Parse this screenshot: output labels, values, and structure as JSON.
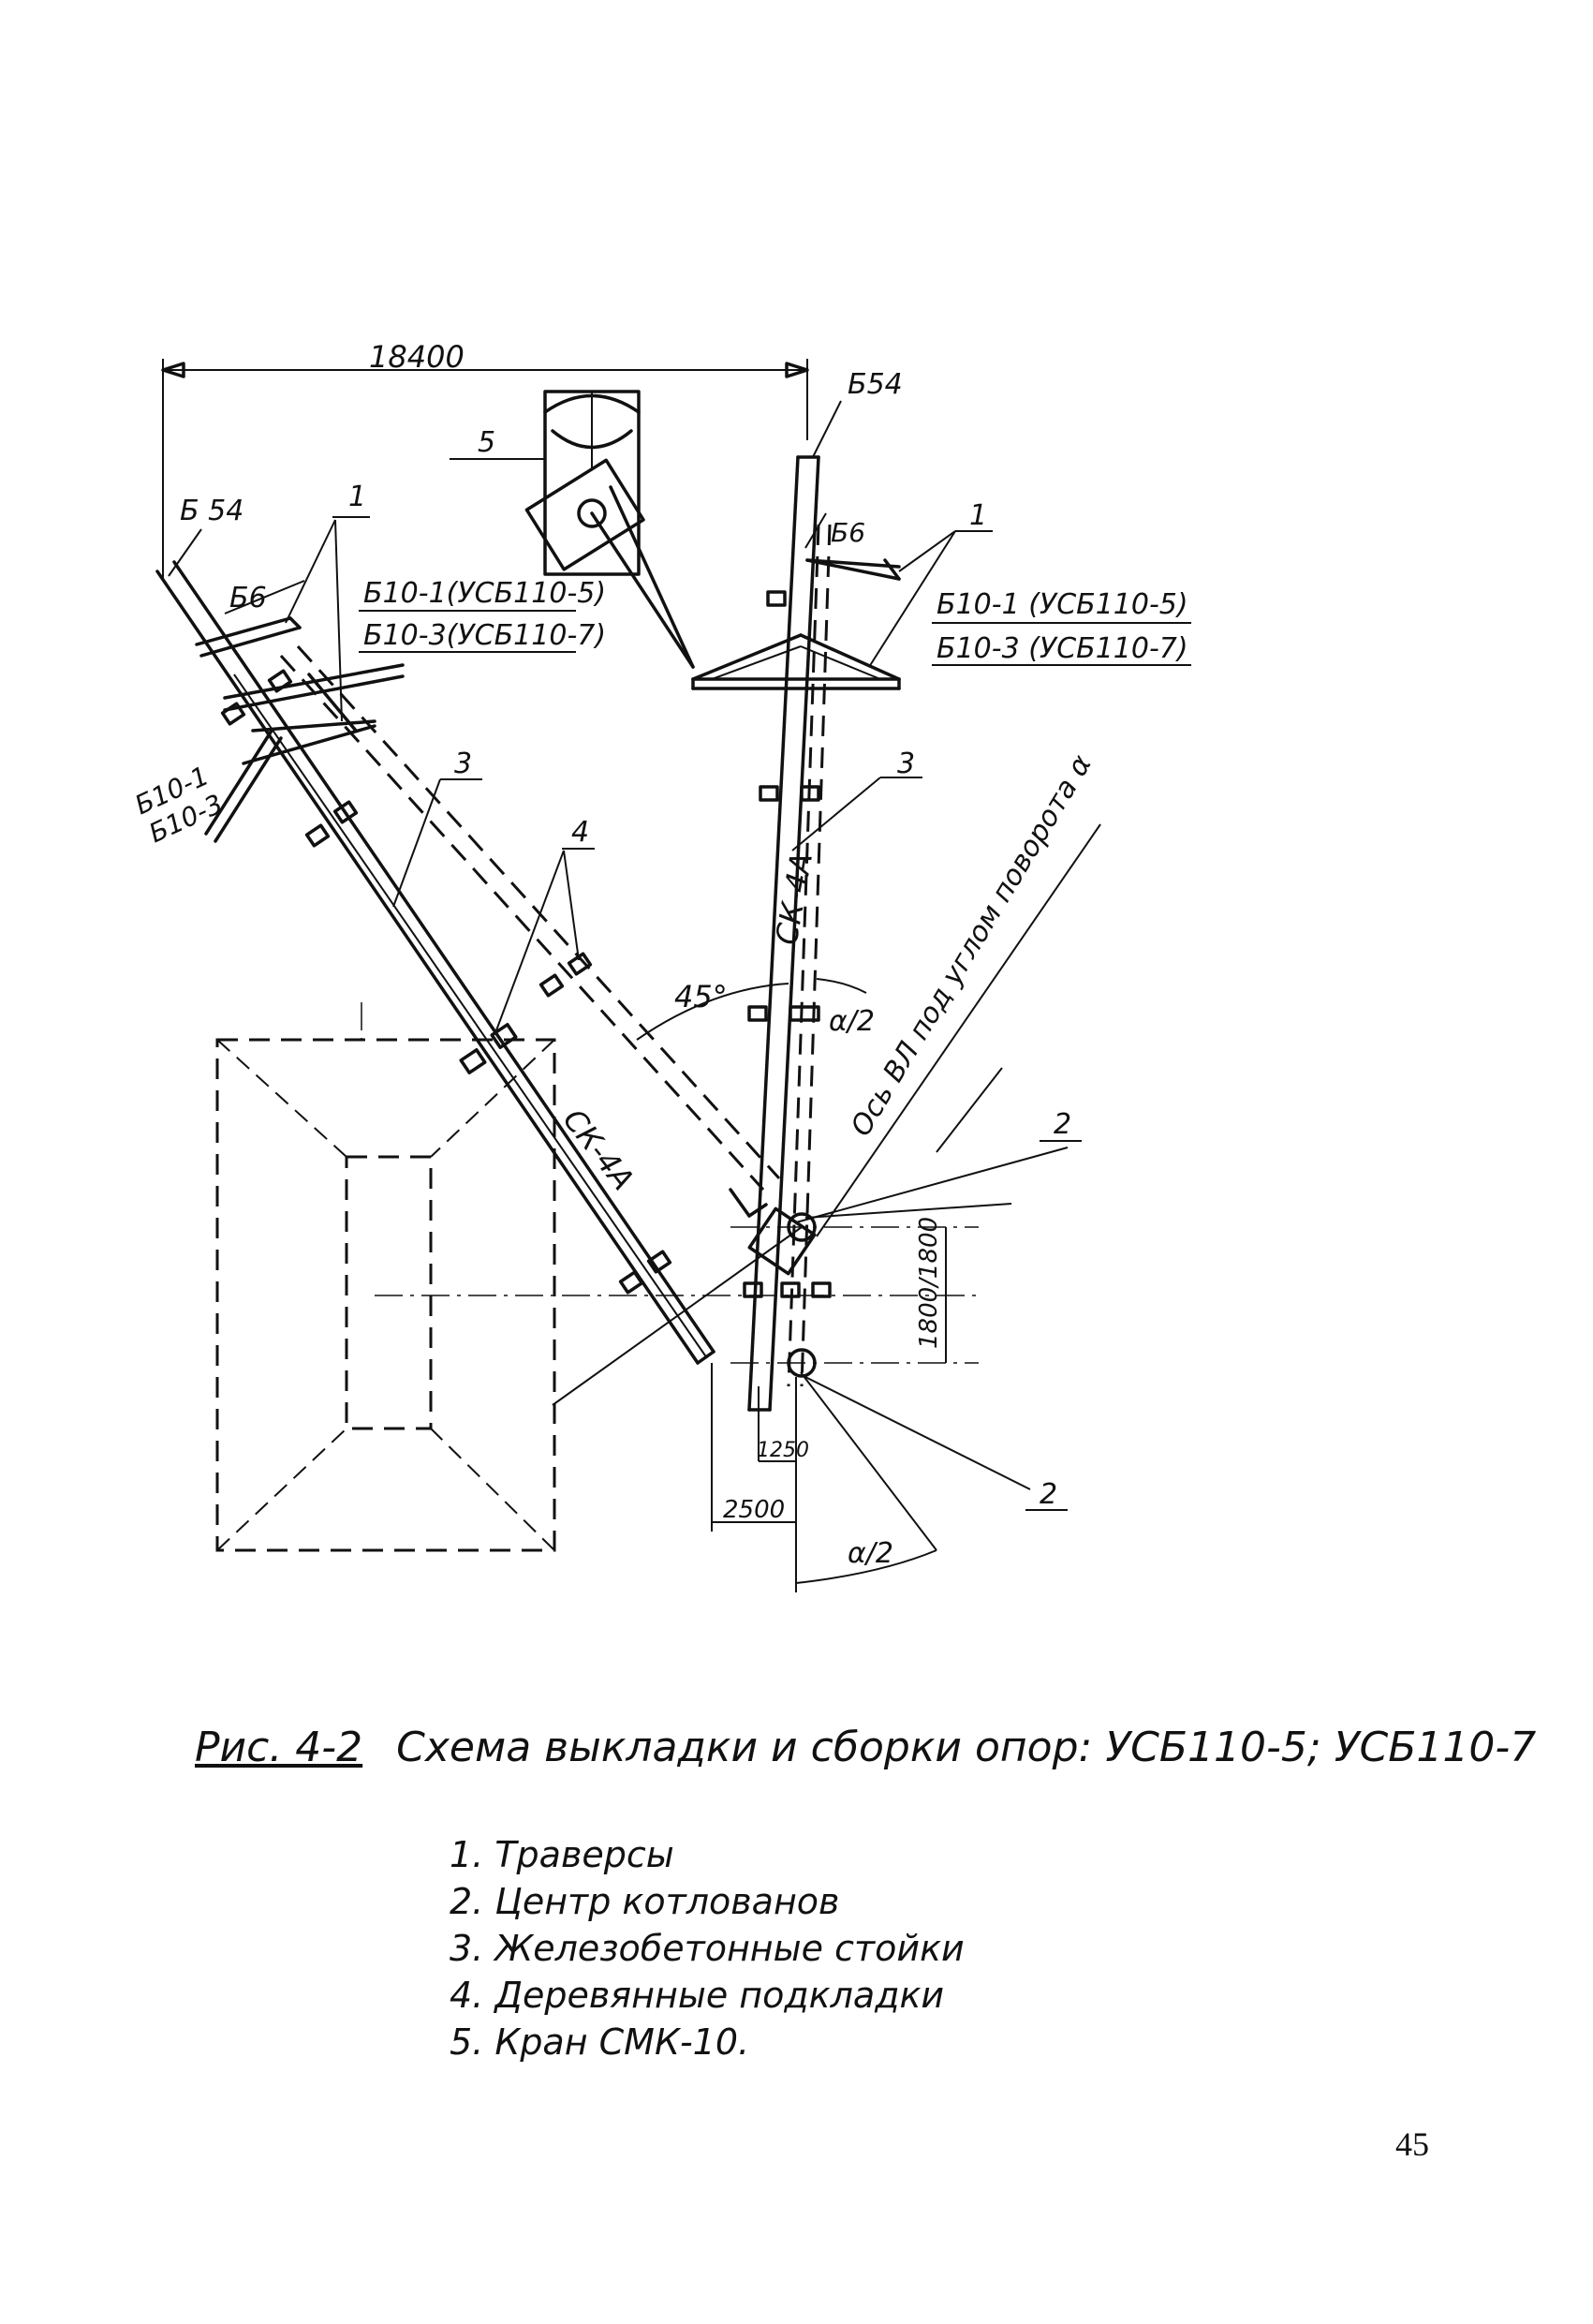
{
  "drawing": {
    "dimension_width": "18400",
    "labels": {
      "b54_right": "Б54",
      "b54_left": "Б 54",
      "b6_left": "Б6",
      "b6_right": "Б6",
      "b10_left_1": "Б10-1(УСБ110-5)",
      "b10_left_2": "Б10-3(УСБ110-7)",
      "b10_right_1": "Б10-1 (УСБ110-5)",
      "b10_right_2": "Б10-3 (УСБ110-7)",
      "b10_short_1": "Б10-1",
      "b10_short_2": "Б10-3",
      "ck4a_upper": "СК-4А",
      "ck4a_lower": "СК-4А",
      "angle_45": "45°",
      "half_alpha_upper": "α/2",
      "half_alpha_lower": "α/2",
      "axis_text": "Ось ВЛ под углом поворота α",
      "dim_1800": "1800/1800",
      "dim_1250": "1250",
      "dim_2500": "2500",
      "n1_left": "1",
      "n1_right": "1",
      "n2_upper": "2",
      "n2_lower": "2",
      "n3_left": "3",
      "n3_right": "3",
      "n4": "4",
      "n5": "5"
    }
  },
  "caption": {
    "number": "Рис. 4-2",
    "title": "Схема выкладки и сборки опор: УСБ110-5; УСБ110-7"
  },
  "legend": [
    "1. Траверсы",
    "2. Центр котлованов",
    "3. Железобетонные стойки",
    "4. Деревянные подкладки",
    "5. Кран СМК-10."
  ],
  "page_number": "45"
}
